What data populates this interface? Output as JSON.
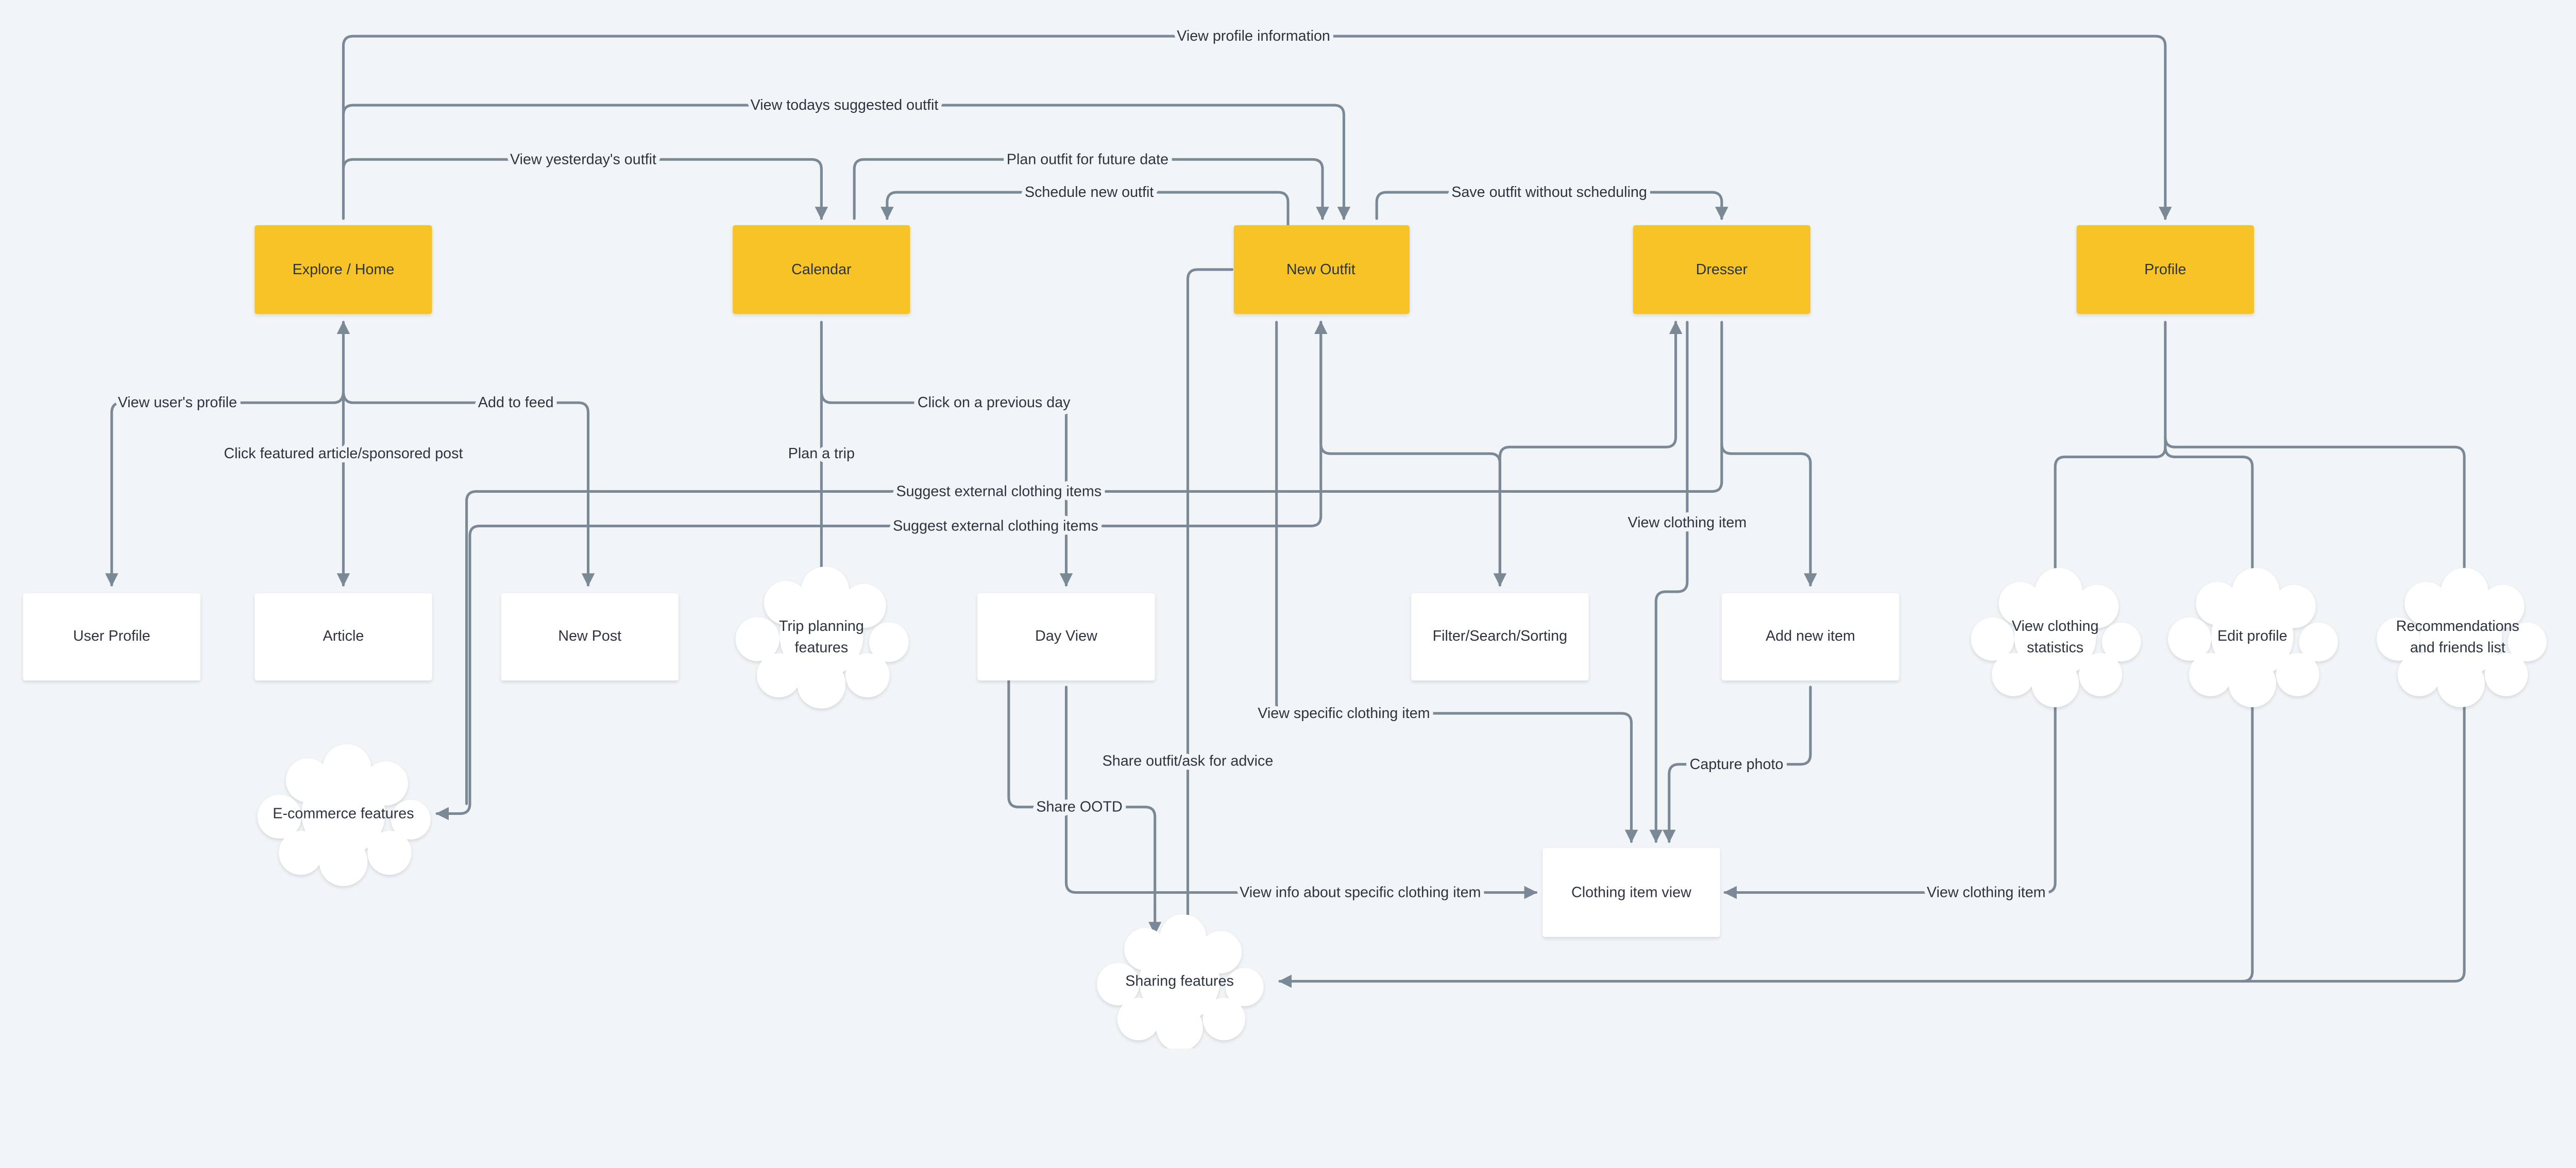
{
  "colors": {
    "background": "#f1f5f8",
    "primary_node": "#f8c325",
    "secondary_node": "#ffffff",
    "connector": "#7b8896",
    "text": "#2d3440"
  },
  "nodes": {
    "explore": "Explore / Home",
    "calendar": "Calendar",
    "new_outfit": "New Outfit",
    "dresser": "Dresser",
    "profile": "Profile",
    "user_profile": "User Profile",
    "article": "Article",
    "new_post": "New Post",
    "trip_planning": [
      "Trip planning",
      "features"
    ],
    "day_view": "Day View",
    "filter": "Filter/Search/Sorting",
    "add_item": "Add new item",
    "clothing_view": "Clothing item view",
    "ecommerce": "E-commerce features",
    "sharing": "Sharing features",
    "stats": [
      "View clothing",
      "statistics"
    ],
    "edit_profile": "Edit profile",
    "recs": [
      "Recommendations",
      "and friends list"
    ]
  },
  "edges": {
    "view_profile_info": "View profile information",
    "view_todays_outfit": "View todays suggested outfit",
    "view_yesterdays_outfit": "View yesterday's outfit",
    "plan_future": "Plan outfit for future date",
    "schedule_new": "Schedule new outfit",
    "save_without": "Save outfit without scheduling",
    "view_users_profile": "View user's profile",
    "add_to_feed": "Add to feed",
    "click_featured": "Click featured article/sponsored post",
    "plan_trip": "Plan a trip",
    "click_previous_day": "Click on a previous day",
    "suggest_external_1": "Suggest external clothing items",
    "suggest_external_2": "Suggest external clothing items",
    "view_clothing_item_dresser": "View clothing item",
    "view_specific_item": "View specific clothing item",
    "share_outfit": "Share outfit/ask for advice",
    "capture_photo": "Capture photo",
    "share_ootd": "Share OOTD",
    "view_info_specific": "View info about specific clothing item",
    "view_clothing_item_stats": "View clothing item"
  }
}
